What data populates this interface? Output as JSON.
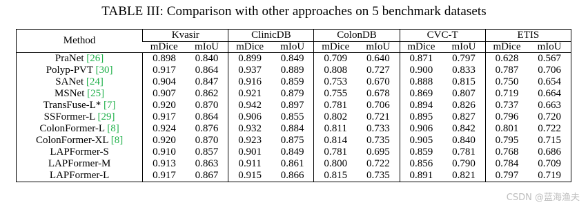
{
  "caption": "TABLE III: Comparison with other approaches on 5 benchmark datasets",
  "method_header": "Method",
  "datasets": [
    "Kvasir",
    "ClinicDB",
    "ColonDB",
    "CVC-T",
    "ETIS"
  ],
  "metrics": [
    "mDice",
    "mIoU"
  ],
  "rows": [
    {
      "name": "PraNet",
      "ref": "[26]",
      "values": [
        "0.898",
        "0.840",
        "0.899",
        "0.849",
        "0.709",
        "0.640",
        "0.871",
        "0.797",
        "0.628",
        "0.567"
      ],
      "bold": []
    },
    {
      "name": "Polyp-PVT",
      "ref": "[30]",
      "values": [
        "0.917",
        "0.864",
        "0.937",
        "0.889",
        "0.808",
        "0.727",
        "0.900",
        "0.833",
        "0.787",
        "0.706"
      ],
      "bold": []
    },
    {
      "name": "SANet",
      "ref": "[24]",
      "values": [
        "0.904",
        "0.847",
        "0.916",
        "0.859",
        "0.753",
        "0.670",
        "0.888",
        "0.815",
        "0.750",
        "0.654"
      ],
      "bold": []
    },
    {
      "name": "MSNet",
      "ref": "[25]",
      "values": [
        "0.907",
        "0.862",
        "0.921",
        "0.879",
        "0.755",
        "0.678",
        "0.869",
        "0.807",
        "0.719",
        "0.664"
      ],
      "bold": []
    },
    {
      "name": "TransFuse-L*",
      "ref": "[7]",
      "values": [
        "0.920",
        "0.870",
        "0.942",
        "0.897",
        "0.781",
        "0.706",
        "0.894",
        "0.826",
        "0.737",
        "0.663"
      ],
      "bold": [
        2,
        3
      ]
    },
    {
      "name": "SSFormer-L",
      "ref": "[29]",
      "values": [
        "0.917",
        "0.864",
        "0.906",
        "0.855",
        "0.802",
        "0.721",
        "0.895",
        "0.827",
        "0.796",
        "0.720"
      ],
      "bold": []
    },
    {
      "name": "ColonFormer-L",
      "ref": "[8]",
      "values": [
        "0.924",
        "0.876",
        "0.932",
        "0.884",
        "0.811",
        "0.733",
        "0.906",
        "0.842",
        "0.801",
        "0.722"
      ],
      "bold": [
        0,
        1,
        6,
        7,
        8,
        9
      ]
    },
    {
      "name": "ColonFormer-XL",
      "ref": "[8]",
      "values": [
        "0.920",
        "0.870",
        "0.923",
        "0.875",
        "0.814",
        "0.735",
        "0.905",
        "0.840",
        "0.795",
        "0.715"
      ],
      "bold": [
        5
      ]
    },
    {
      "name": "LAPFormer-S",
      "ref": "",
      "values": [
        "0.910",
        "0.857",
        "0.901",
        "0.849",
        "0.781",
        "0.695",
        "0.859",
        "0.781",
        "0.768",
        "0.686"
      ],
      "bold": []
    },
    {
      "name": "LAPFormer-M",
      "ref": "",
      "values": [
        "0.913",
        "0.863",
        "0.911",
        "0.861",
        "0.800",
        "0.722",
        "0.856",
        "0.790",
        "0.784",
        "0.709"
      ],
      "bold": []
    },
    {
      "name": "LAPFormer-L",
      "ref": "",
      "values": [
        "0.917",
        "0.867",
        "0.915",
        "0.866",
        "0.815",
        "0.735",
        "0.891",
        "0.821",
        "0.797",
        "0.719"
      ],
      "bold": [
        4,
        5
      ]
    }
  ],
  "watermark": "CSDN @蓝海渔夫"
}
